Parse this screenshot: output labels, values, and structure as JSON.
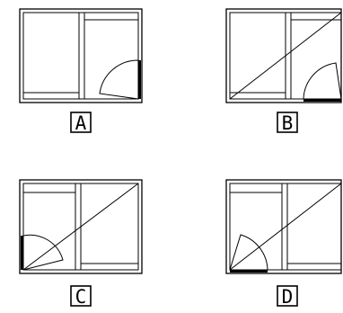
{
  "options": [
    {
      "label": "A"
    },
    {
      "label": "B"
    },
    {
      "label": "C"
    },
    {
      "label": "D"
    }
  ]
}
